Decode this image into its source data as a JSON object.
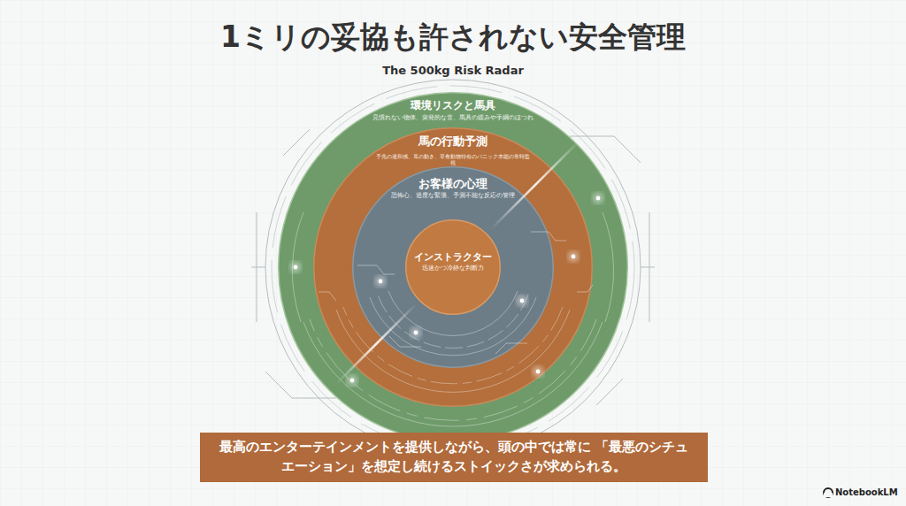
{
  "diagram": {
    "title": "1ミリの妥協も許されない安全管理",
    "nodes": [
      {
        "text": [
          "環境リスクと馬具",
          "見慣れない物体、突発的な音、馬具の緩みや手綱のほつれ"
        ]
      },
      {
        "text": [
          "馬の行動予測",
          "予兆の違和感、耳の動き、草食動物特有のパニック本能の常時監視"
        ],
        "in": 0
      },
      {
        "text": [
          "お客様の心理",
          "恐怖心、過度な緊張、予測不能な反応の管理"
        ],
        "in": 1
      },
      {
        "text": [
          "インストラクター",
          "迅速かつ冷静な判断力"
        ],
        "in": 2
      },
      {
        "text": [
          "最高のエンターテインメントを提供しながら、頭の中では常に 「最悪のシチュエーション」を想定し続けるストイックさが求められる。"
        ]
      }
    ],
    "labels": [
      "The 500kg Risk Radar",
      "NotebookLM"
    ]
  }
}
